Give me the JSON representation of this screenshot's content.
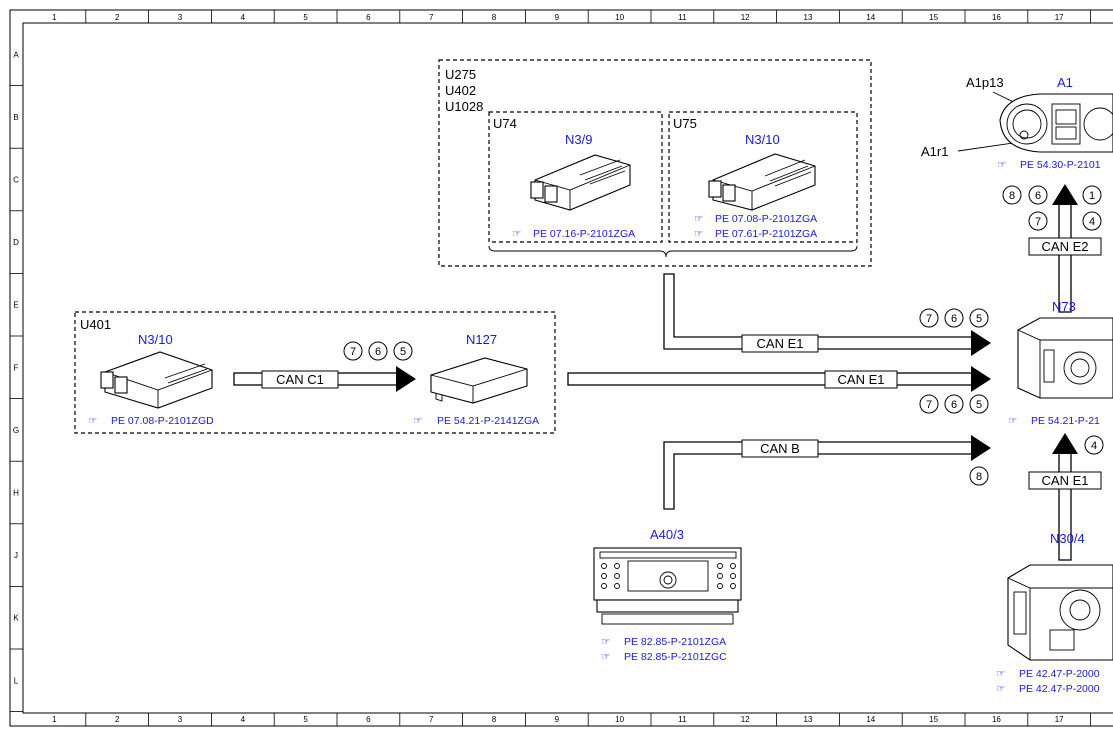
{
  "grid": {
    "columns": [
      "1",
      "2",
      "3",
      "4",
      "5",
      "6",
      "7",
      "8",
      "9",
      "10",
      "11",
      "12",
      "13",
      "14",
      "15",
      "16",
      "17"
    ],
    "rows": [
      "A",
      "B",
      "C",
      "D",
      "E",
      "F",
      "G",
      "H",
      "J",
      "K",
      "L"
    ]
  },
  "groups": {
    "outer_top": {
      "labels": [
        "U275",
        "U402",
        "U1028"
      ]
    },
    "u74": {
      "label": "U74"
    },
    "u75": {
      "label": "U75"
    },
    "u401": {
      "label": "U401"
    }
  },
  "components": {
    "n3_9": {
      "name": "N3/9",
      "refs": [
        "PE 07.16-P-2101ZGA"
      ]
    },
    "n3_10_top": {
      "name": "N3/10",
      "refs": [
        "PE 07.08-P-2101ZGA",
        "PE 07.61-P-2101ZGA"
      ]
    },
    "n3_10_left": {
      "name": "N3/10",
      "refs": [
        "PE 07.08-P-2101ZGD"
      ]
    },
    "n127": {
      "name": "N127",
      "refs": [
        "PE 54.21-P-2141ZGA"
      ]
    },
    "a1": {
      "name": "A1",
      "sub_a": "A1p13",
      "sub_b": "A1r1",
      "refs": [
        "PE 54.30-P-2101"
      ]
    },
    "n73": {
      "name": "N73",
      "refs": [
        "PE 54.21-P-21"
      ]
    },
    "a40_3": {
      "name": "A40/3",
      "refs": [
        "PE 82.85-P-2101ZGA",
        "PE 82.85-P-2101ZGC"
      ]
    },
    "n30_4": {
      "name": "N30/4",
      "refs": [
        "PE 42.47-P-2000",
        "PE 42.47-P-2000"
      ]
    }
  },
  "buses": {
    "can_c1": "CAN C1",
    "can_e1_upper": "CAN E1",
    "can_e1_middle": "CAN E1",
    "can_b": "CAN B",
    "can_e2": "CAN E2",
    "can_e1_lower": "CAN E1"
  },
  "markers": {
    "can_c1": [
      "7",
      "6",
      "5"
    ],
    "can_e1_upper": [
      "7",
      "6",
      "5"
    ],
    "can_e1_middle": [
      "7",
      "6",
      "5"
    ],
    "can_b": [
      "8"
    ],
    "can_e2_top": [
      "8",
      "6",
      "1"
    ],
    "can_e2_bottom": [
      "7",
      "4"
    ],
    "can_e1_lower": [
      "4"
    ]
  }
}
